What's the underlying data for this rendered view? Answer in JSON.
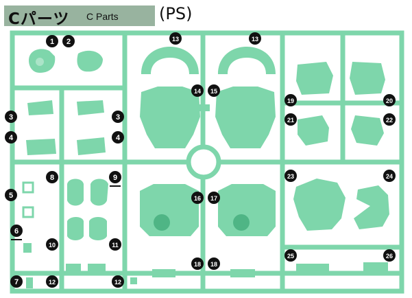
{
  "header": {
    "title": "Cパーツ",
    "subtitle": "C Parts",
    "material": "(PS)"
  },
  "runner_tag": "C",
  "colors": {
    "runner": "#7ed6ab",
    "runner_dark": "#4fb585",
    "header_bg": "#98b39f",
    "badge": "#111111"
  },
  "badges": [
    "1",
    "2",
    "3",
    "3",
    "4",
    "4",
    "5",
    "6",
    "7",
    "8",
    "9",
    "10",
    "11",
    "12",
    "12",
    "13",
    "13",
    "14",
    "15",
    "16",
    "17",
    "18",
    "18",
    "19",
    "20",
    "21",
    "22",
    "23",
    "24",
    "25",
    "26"
  ]
}
